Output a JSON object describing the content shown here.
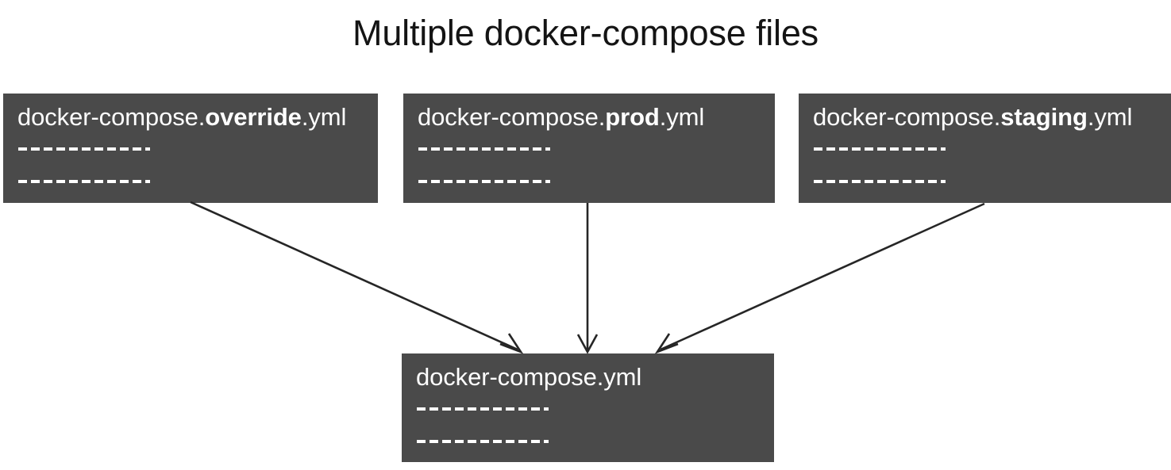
{
  "diagram": {
    "title": "Multiple docker-compose files",
    "background_color": "#ffffff",
    "card_color": "#4a4a4a",
    "card_text_color": "#ffffff",
    "arrow_color": "#262626",
    "title_color": "#141414"
  },
  "source_cards": [
    {
      "id": "override",
      "prefix": "docker-compose.",
      "emphasis": "override",
      "suffix": ".yml",
      "full_name": "docker-compose.override.yml",
      "dash_lines": [
        "------------",
        "------------"
      ]
    },
    {
      "id": "prod",
      "prefix": "docker-compose.",
      "emphasis": "prod",
      "suffix": ".yml",
      "full_name": "docker-compose.prod.yml",
      "dash_lines": [
        "------------",
        "------------"
      ]
    },
    {
      "id": "staging",
      "prefix": "docker-compose.",
      "emphasis": "staging",
      "suffix": ".yml",
      "full_name": "docker-compose.staging.yml",
      "dash_lines": [
        "------------",
        "------------"
      ]
    }
  ],
  "target_card": {
    "id": "base",
    "prefix": "docker-compose.yml",
    "emphasis": "",
    "suffix": "",
    "full_name": "docker-compose.yml",
    "dash_lines": [
      "------------",
      "------------"
    ]
  },
  "arrows": [
    {
      "id": "override-to-base",
      "from": "override",
      "to": "base",
      "direction": "diagonal-down-right"
    },
    {
      "id": "prod-to-base",
      "from": "prod",
      "to": "base",
      "direction": "vertical-down"
    },
    {
      "id": "staging-to-base",
      "from": "staging",
      "to": "base",
      "direction": "diagonal-down-left"
    }
  ]
}
